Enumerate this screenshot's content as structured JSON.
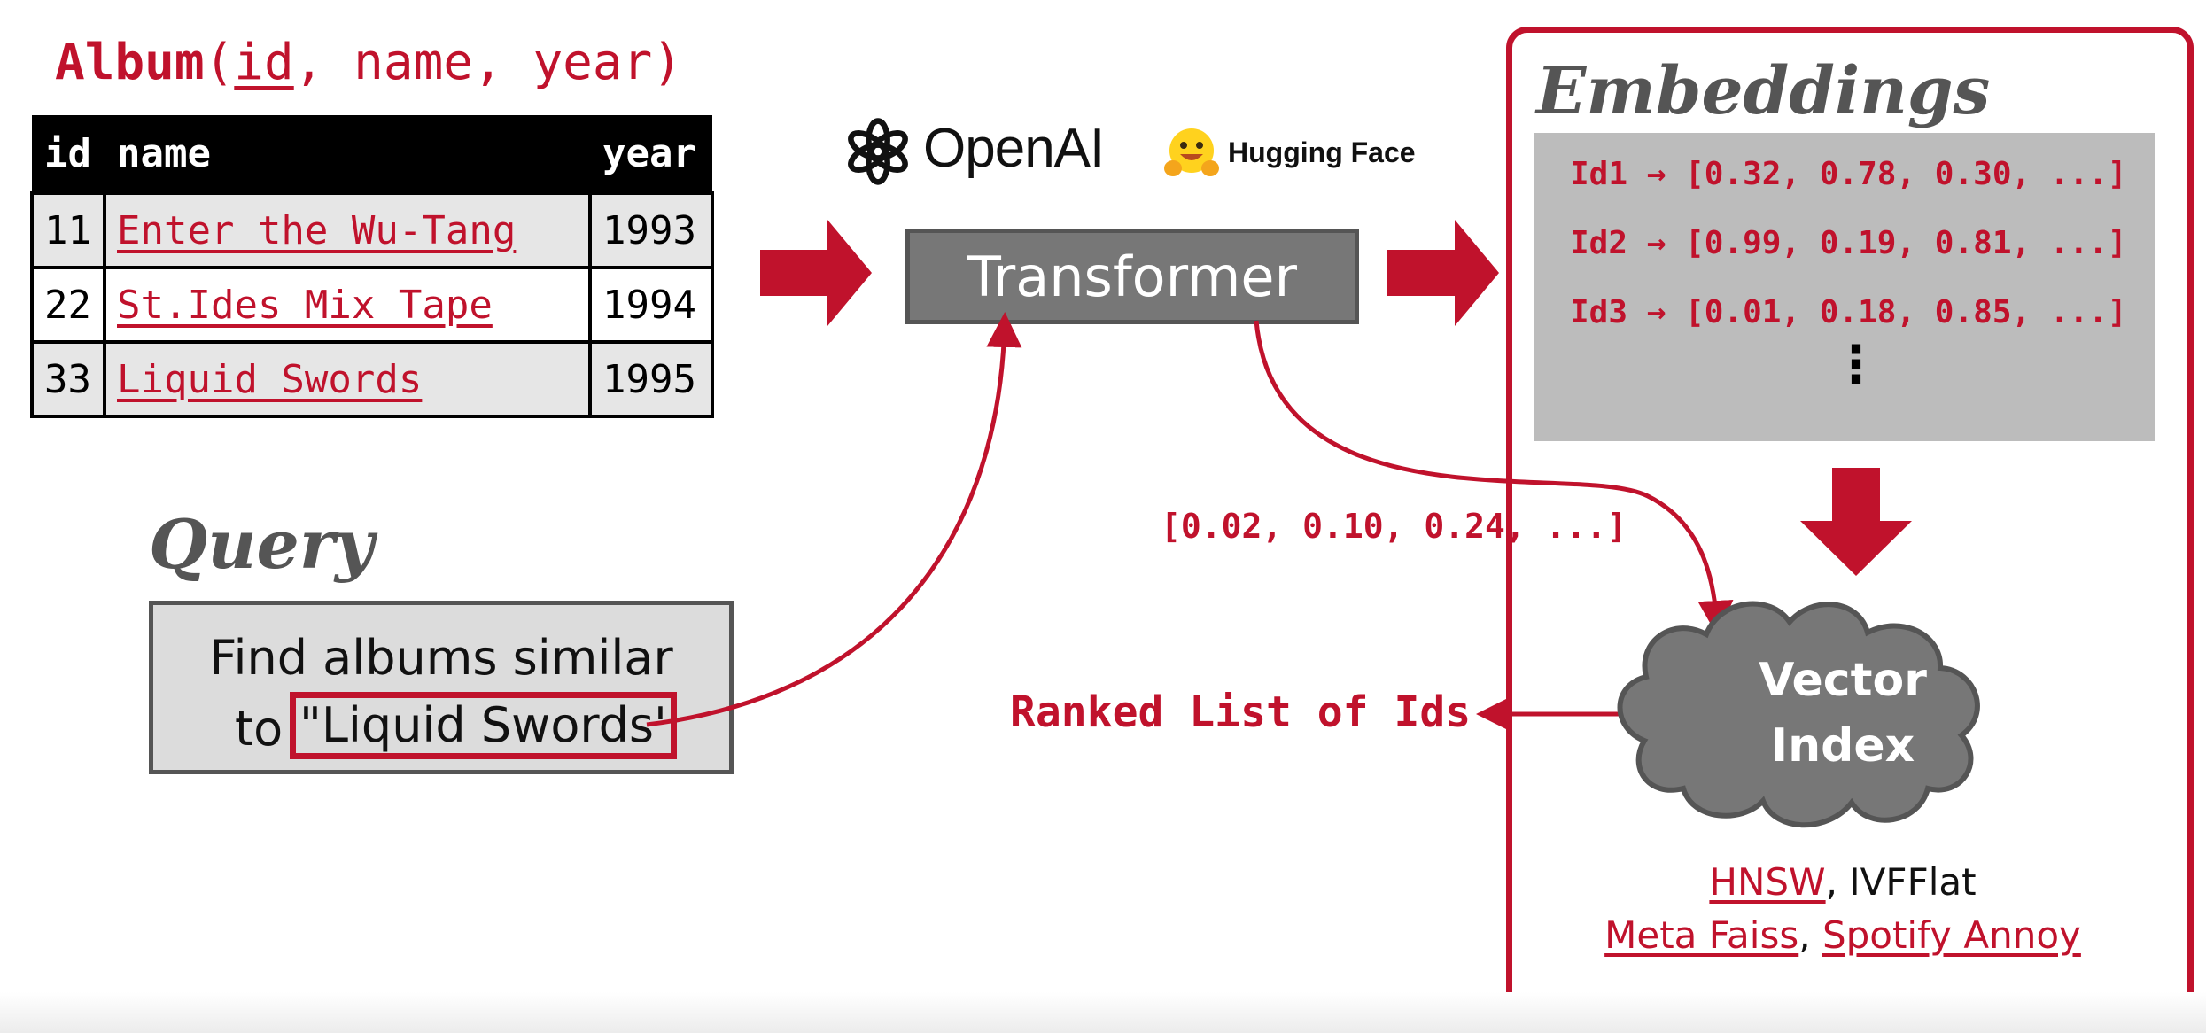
{
  "schema": {
    "table": "Album",
    "open": "(",
    "pk": "id",
    "rest": ", name, year)"
  },
  "table": {
    "headers": [
      "id",
      "name",
      "year"
    ],
    "rows": [
      [
        "11",
        "Enter the Wu-Tang",
        "1993"
      ],
      [
        "22",
        "St.Ides Mix Tape",
        "1994"
      ],
      [
        "33",
        "Liquid Swords",
        "1995"
      ]
    ]
  },
  "logos": {
    "openai": "OpenAI",
    "huggingface": "Hugging Face"
  },
  "transformer": "Transformer",
  "query": {
    "title": "Query",
    "line1": "Find albums similar",
    "line2_prefix": "to",
    "term": "\"Liquid Swords'"
  },
  "query_vector": "[0.02, 0.10, 0.24, ...]",
  "ranked": "Ranked List of Ids",
  "embeddings": {
    "title": "Embeddings",
    "rows": [
      "Id1 → [0.32, 0.78, 0.30, ...]",
      "Id2 → [0.99, 0.19, 0.81, ...]",
      "Id3 → [0.01, 0.18, 0.85, ...]"
    ],
    "ellipsis": "⋮"
  },
  "vector_index": {
    "line1": "Vector",
    "line2": "Index"
  },
  "algorithms": {
    "hnsw": "HNSW",
    "sep1": ", ",
    "ivfflat": "IVFFlat",
    "faiss": "Meta Faiss",
    "sep2": ", ",
    "annoy": "Spotify Annoy"
  },
  "colors": {
    "accent": "#c0122c",
    "gray_box": "#777777",
    "light_gray": "#dcdcdc"
  }
}
